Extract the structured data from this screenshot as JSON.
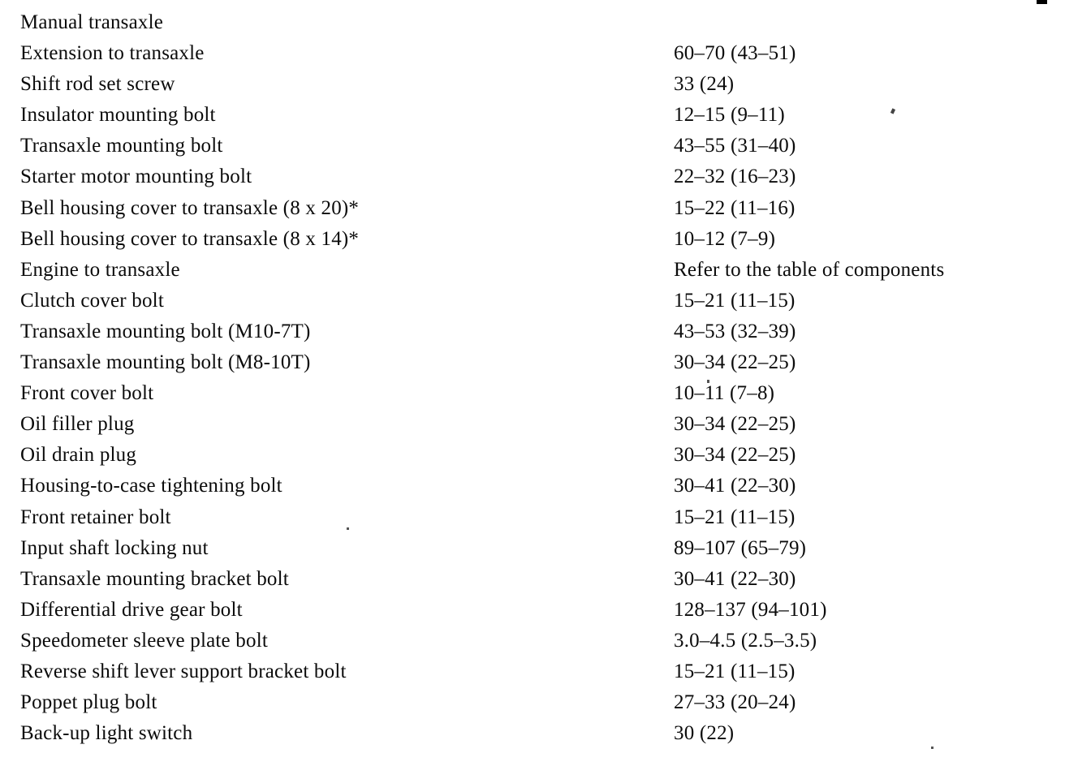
{
  "colors": {
    "background": "#ffffff",
    "text": "#0b0b0b"
  },
  "doc": {
    "heading": "Manual transaxle",
    "rows": [
      {
        "item": "Extension to transaxle",
        "value": "60–70 (43–51)"
      },
      {
        "item": "Shift rod set screw",
        "value": "33 (24)"
      },
      {
        "item": "Insulator mounting bolt",
        "value": "12–15 (9–11)"
      },
      {
        "item": "Transaxle mounting bolt",
        "value": "43–55 (31–40)"
      },
      {
        "item": "Starter motor mounting bolt",
        "value": "22–32 (16–23)"
      },
      {
        "item": "Bell housing cover to transaxle (8 x 20)*",
        "value": "15–22 (11–16)"
      },
      {
        "item": "Bell housing cover to transaxle (8 x 14)*",
        "value": "10–12 (7–9)"
      },
      {
        "item": "Engine to transaxle",
        "value": "Refer to the table of components"
      },
      {
        "item": "Clutch cover bolt",
        "value": "15–21 (11–15)"
      },
      {
        "item": "Transaxle mounting bolt (M10-7T)",
        "value": "43–53 (32–39)"
      },
      {
        "item": "Transaxle mounting bolt (M8-10T)",
        "value": "30–34 (22–25)"
      },
      {
        "item": "Front cover bolt",
        "value": "10–11 (7–8)"
      },
      {
        "item": "Oil filler plug",
        "value": "30–34 (22–25)"
      },
      {
        "item": "Oil drain plug",
        "value": "30–34 (22–25)"
      },
      {
        "item": "Housing-to-case tightening bolt",
        "value": "30–41 (22–30)"
      },
      {
        "item": "Front retainer bolt",
        "value": "15–21 (11–15)"
      },
      {
        "item": "Input shaft locking nut",
        "value": "89–107 (65–79)"
      },
      {
        "item": "Transaxle mounting bracket bolt",
        "value": "30–41 (22–30)"
      },
      {
        "item": "Differential drive gear bolt",
        "value": "128–137 (94–101)"
      },
      {
        "item": "Speedometer sleeve plate bolt",
        "value": "3.0–4.5 (2.5–3.5)"
      },
      {
        "item": "Reverse shift lever support bracket bolt",
        "value": "15–21 (11–15)"
      },
      {
        "item": "Poppet plug bolt",
        "value": "27–33 (20–24)"
      },
      {
        "item": "Back-up light switch",
        "value": "30 (22)"
      }
    ]
  }
}
